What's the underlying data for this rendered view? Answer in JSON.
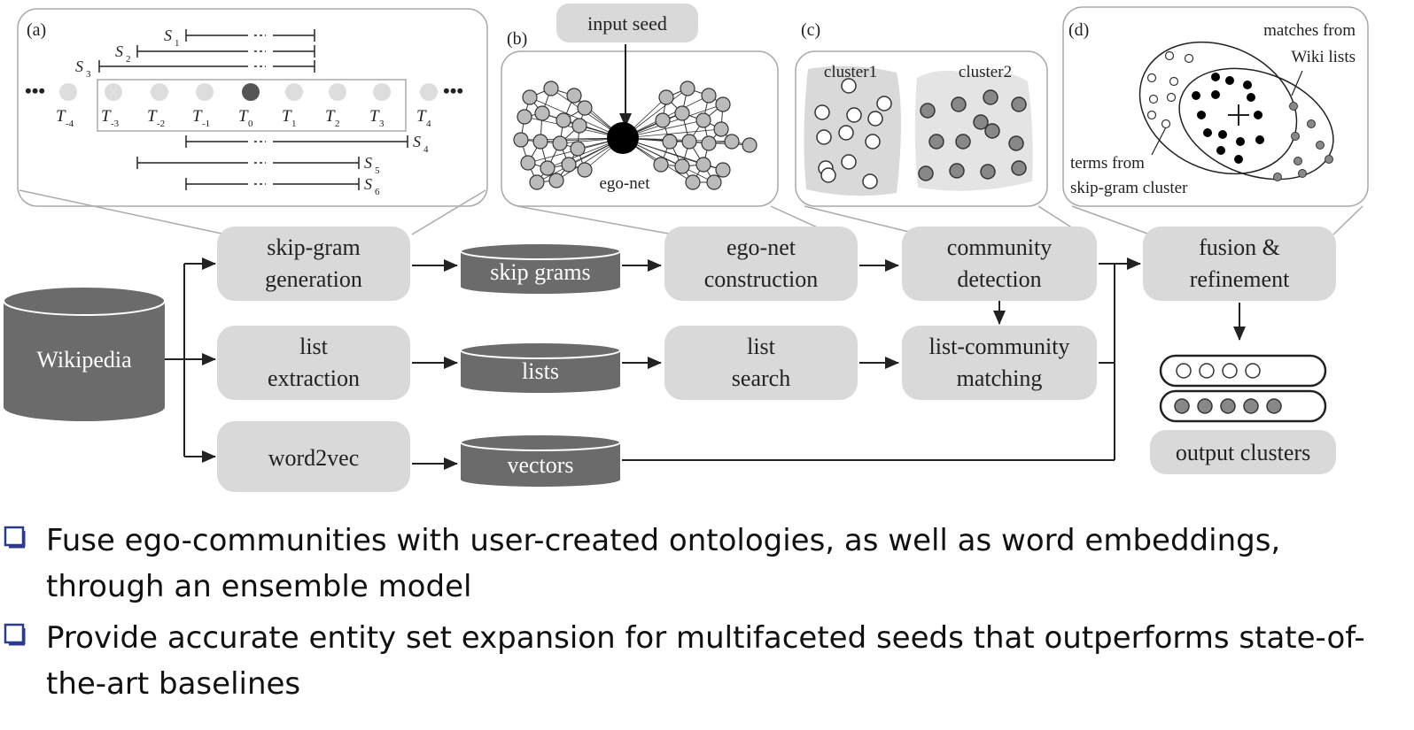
{
  "panels": {
    "a": {
      "label": "(a)",
      "left_dots": "•••",
      "right_dots": "•••",
      "s1": "S",
      "s1_sub": "1",
      "s2": "S",
      "s2_sub": "2",
      "s3": "S",
      "s3_sub": "3",
      "s4": "S",
      "s4_sub": "4",
      "s5": "S",
      "s5_sub": "5",
      "s6": "S",
      "s6_sub": "6",
      "tokens": [
        {
          "t": "T",
          "sub": "-4"
        },
        {
          "t": "T",
          "sub": "-3"
        },
        {
          "t": "T",
          "sub": "-2"
        },
        {
          "t": "T",
          "sub": "-1"
        },
        {
          "t": "T",
          "sub": "0"
        },
        {
          "t": "T",
          "sub": "1"
        },
        {
          "t": "T",
          "sub": "2"
        },
        {
          "t": "T",
          "sub": "3"
        },
        {
          "t": "T",
          "sub": "4"
        }
      ]
    },
    "b": {
      "label": "(b)",
      "input_seed": "input seed",
      "ego_net": "ego-net"
    },
    "c": {
      "label": "(c)",
      "cluster1": "cluster1",
      "cluster2": "cluster2"
    },
    "d": {
      "label": "(d)",
      "matches_line1": "matches from",
      "matches_line2": "Wiki lists",
      "terms_line1": "terms from",
      "terms_line2": "skip-gram cluster"
    }
  },
  "nodes": {
    "wikipedia": "Wikipedia",
    "skipgram_gen": [
      "skip-gram",
      "generation"
    ],
    "skip_grams": "skip grams",
    "egonet_construction": [
      "ego-net",
      "construction"
    ],
    "community_detection": [
      "community",
      "detection"
    ],
    "fusion": [
      "fusion &",
      "refinement"
    ],
    "list_extraction": [
      "list",
      "extraction"
    ],
    "lists": "lists",
    "list_search": [
      "list",
      "search"
    ],
    "list_community": [
      "list-community",
      "matching"
    ],
    "word2vec": "word2vec",
    "vectors": "vectors",
    "output_clusters": "output clusters"
  },
  "bullets": [
    "Fuse ego-communities with user-created ontologies, as well as word embeddings, through an ensemble model",
    "Provide accurate entity set expansion for multifaceted seeds that outperforms state-of-the-art baselines"
  ],
  "colors": {
    "box": "#d9d9d9",
    "cylinder": "#6b6b6b",
    "bullet_marker": "#2b3a8f",
    "line": "#222222"
  }
}
